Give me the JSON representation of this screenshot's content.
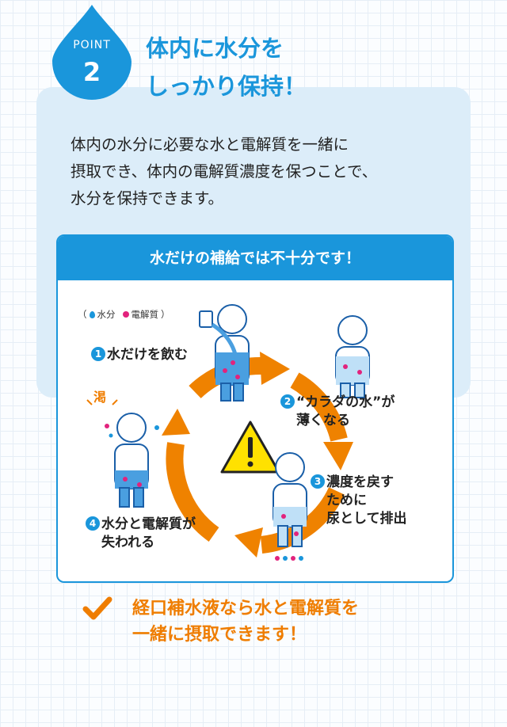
{
  "header": {
    "badge_label": "POINT",
    "badge_number": "2",
    "title_line1": "体内に水分を",
    "title_line2": "しっかり保持！"
  },
  "description": {
    "line1": "体内の水分に必要な水と電解質を一緒に",
    "line2": "摂取でき、体内の電解質濃度を保つことで、",
    "line3": "水分を保持できます。"
  },
  "card": {
    "heading": "水だけの補給では不十分です！",
    "legend": {
      "open": "（",
      "water": "水分",
      "electrolyte": "電解質",
      "close": "）"
    },
    "steps": [
      {
        "num": "1",
        "lines": [
          "水だけを飲む"
        ]
      },
      {
        "num": "2",
        "lines": [
          "“カラダの水”が",
          "薄くなる"
        ]
      },
      {
        "num": "3",
        "lines": [
          "濃度を戻す",
          "ために",
          "尿として排出"
        ]
      },
      {
        "num": "4",
        "lines": [
          "水分と電解質が",
          "失われる"
        ]
      }
    ],
    "thirst_label": "渇"
  },
  "footer": {
    "line1": "経口補水液なら水と電解質を",
    "line2": "一緒に摂取できます！"
  },
  "colors": {
    "brand_blue": "#1a96db",
    "accent_orange": "#ef7d00",
    "electrolyte_pink": "#e2237d",
    "warning_yellow": "#ffe100",
    "panel_blue": "#dcedf9"
  },
  "icons": [
    "water-drop-badge",
    "warning-icon",
    "cycle-arrows",
    "checkmark-icon"
  ]
}
